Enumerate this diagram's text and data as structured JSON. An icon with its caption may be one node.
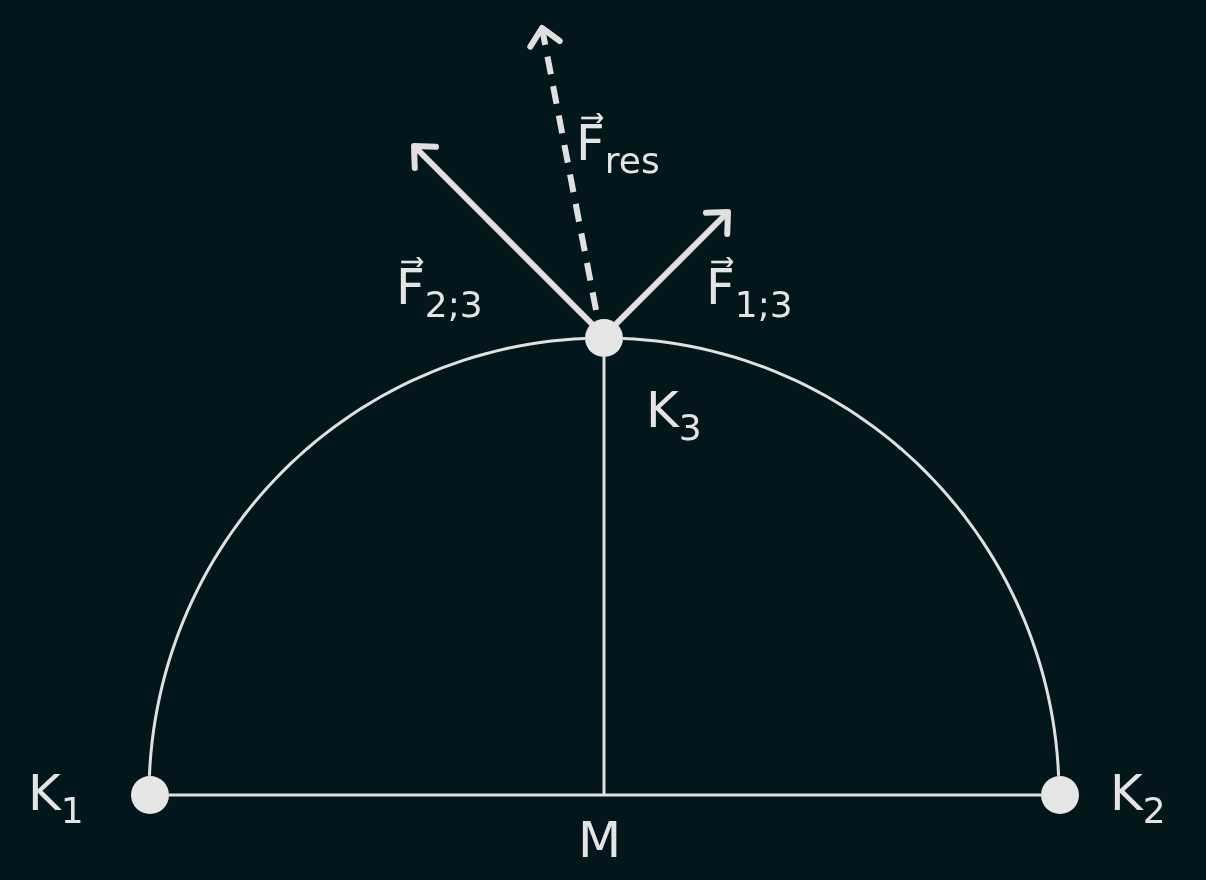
{
  "diagram": {
    "nodes": [
      {
        "text": [],
        "shape": "circle",
        "beside": [
          "K$_{1}$"
        ]
      },
      {
        "text": [],
        "shape": "circle",
        "beside": [
          "K$_{3}$"
        ]
      },
      {
        "text": [],
        "shape": "circle",
        "beside": [
          "K$_{2}$"
        ]
      }
    ],
    "edges": [
      {
        "from": 0,
        "to": 2,
        "arrow": "none"
      },
      {
        "from": 1,
        "to": null,
        "arrow": "none"
      },
      {
        "from": 0,
        "to": 1,
        "arrow": "none"
      },
      {
        "from": 1,
        "to": 2,
        "arrow": "none"
      }
    ],
    "labels": [
      "F⃗$_{res}$",
      "F⃗$_{2;3}$",
      "F⃗$_{1;3}$",
      "M"
    ]
  }
}
